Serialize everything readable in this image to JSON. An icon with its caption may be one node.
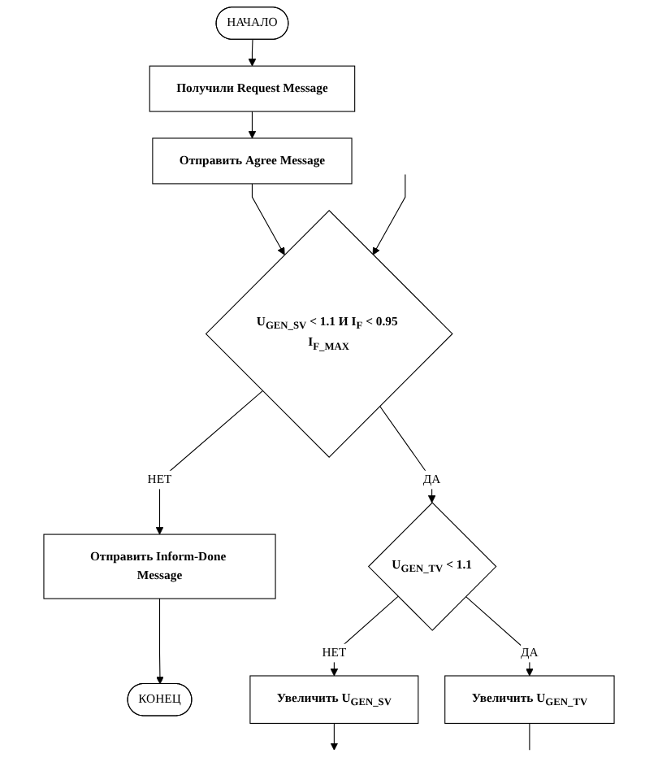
{
  "diagram": {
    "nodes": [
      {
        "text": [
          "НАЧАЛО"
        ]
      },
      {
        "text": [
          "Получили Request Message"
        ]
      },
      {
        "text": [
          "Отправить Agree Message"
        ]
      },
      {
        "text": [
          "U$_{GEN_SV}$ < 1.1 И I$_{F}$ < 0.95 I$_{F_MAX}$"
        ]
      },
      {
        "text": [
          "Отправить Inform-Done Message"
        ]
      },
      {
        "text": [
          "КОНЕЦ"
        ]
      },
      {
        "text": [
          "U$_{GEN_TV}$ < 1.1"
        ]
      },
      {
        "text": [
          "Увеличить U$_{GEN_SV}$"
        ]
      },
      {
        "text": [
          "Увеличить U$_{GEN_TV}$"
        ]
      }
    ],
    "edges": [
      {
        "from": 0,
        "to": 1,
        "arrow": "to"
      },
      {
        "from": 1,
        "to": 2,
        "arrow": "to"
      },
      {
        "from": 2,
        "to": 3,
        "arrow": "to"
      },
      {
        "from": 3,
        "to": 4,
        "arrow": "to",
        "label": "НЕТ"
      },
      {
        "from": 4,
        "to": 5,
        "arrow": "to"
      },
      {
        "from": 3,
        "to": 6,
        "arrow": "to",
        "label": "ДА"
      },
      {
        "from": 6,
        "to": 7,
        "arrow": "to",
        "label": "НЕТ"
      },
      {
        "from": 6,
        "to": 8,
        "arrow": "to",
        "label": "ДА"
      },
      {
        "from": 7,
        "to": null,
        "arrow": "to"
      },
      {
        "from": 8,
        "to": null,
        "arrow": "none"
      },
      {
        "from": null,
        "to": 3,
        "arrow": "to"
      }
    ]
  }
}
